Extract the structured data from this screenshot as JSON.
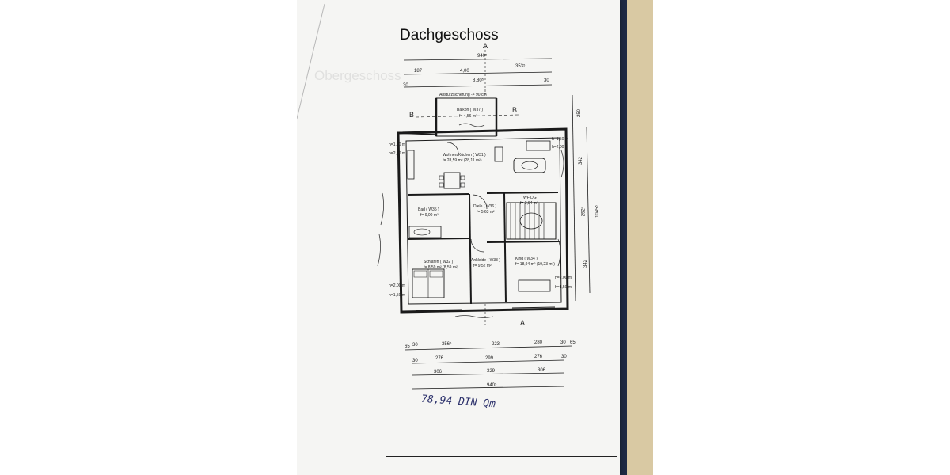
{
  "page": {
    "ghost_title": "Obergeschoss",
    "title": "Dachgeschoss"
  },
  "section_marks": {
    "a_top": "A",
    "a_bottom": "A",
    "b_left": "B",
    "b_right": "B"
  },
  "top_dims": {
    "overall": "940⁵",
    "row2": [
      "187",
      "4,00",
      "353⁵"
    ],
    "row3": [
      "30",
      "8,80⁵",
      "30"
    ]
  },
  "notes": {
    "absturz": "Absturzsicherung -> 90 cm"
  },
  "rooms": [
    {
      "name": "Balkon ( W37 )",
      "area": "f= 4,56 m²"
    },
    {
      "name": "Wohnen/Küchen ( W31 )",
      "area": "f= 28,59 m² (28,11 m²)"
    },
    {
      "name": "Bad ( W35 )",
      "area": "f= 9,00 m²"
    },
    {
      "name": "Diele ( W36 )",
      "area": "f= 5,63 m²"
    },
    {
      "name": "WF DG",
      "area": "f= 2,84 m²"
    },
    {
      "name": "Schlafen ( W32 )",
      "area": "f= 8,59 m² (8,59 m²)"
    },
    {
      "name": "Ankleide ( W33 )",
      "area": "f= 9,52 m²"
    },
    {
      "name": "Kind ( W34 )",
      "area": "f= 18,94 m² (19,23 m²)"
    }
  ],
  "height_notes": {
    "h150": "h=1,50 m",
    "h200": "h=2,00 m"
  },
  "right_dims": [
    "250",
    "342",
    "252⁵",
    "342",
    "1045⁵"
  ],
  "bottom_dims": {
    "row1": [
      "65",
      "30",
      "356⁵",
      "223",
      "280",
      "30",
      "65"
    ],
    "row2": [
      "30",
      "276",
      "299",
      "276",
      "30"
    ],
    "row3": [
      "306",
      "329",
      "306"
    ],
    "overall": "940⁵"
  },
  "handwritten": "78,94 DIN Qm"
}
